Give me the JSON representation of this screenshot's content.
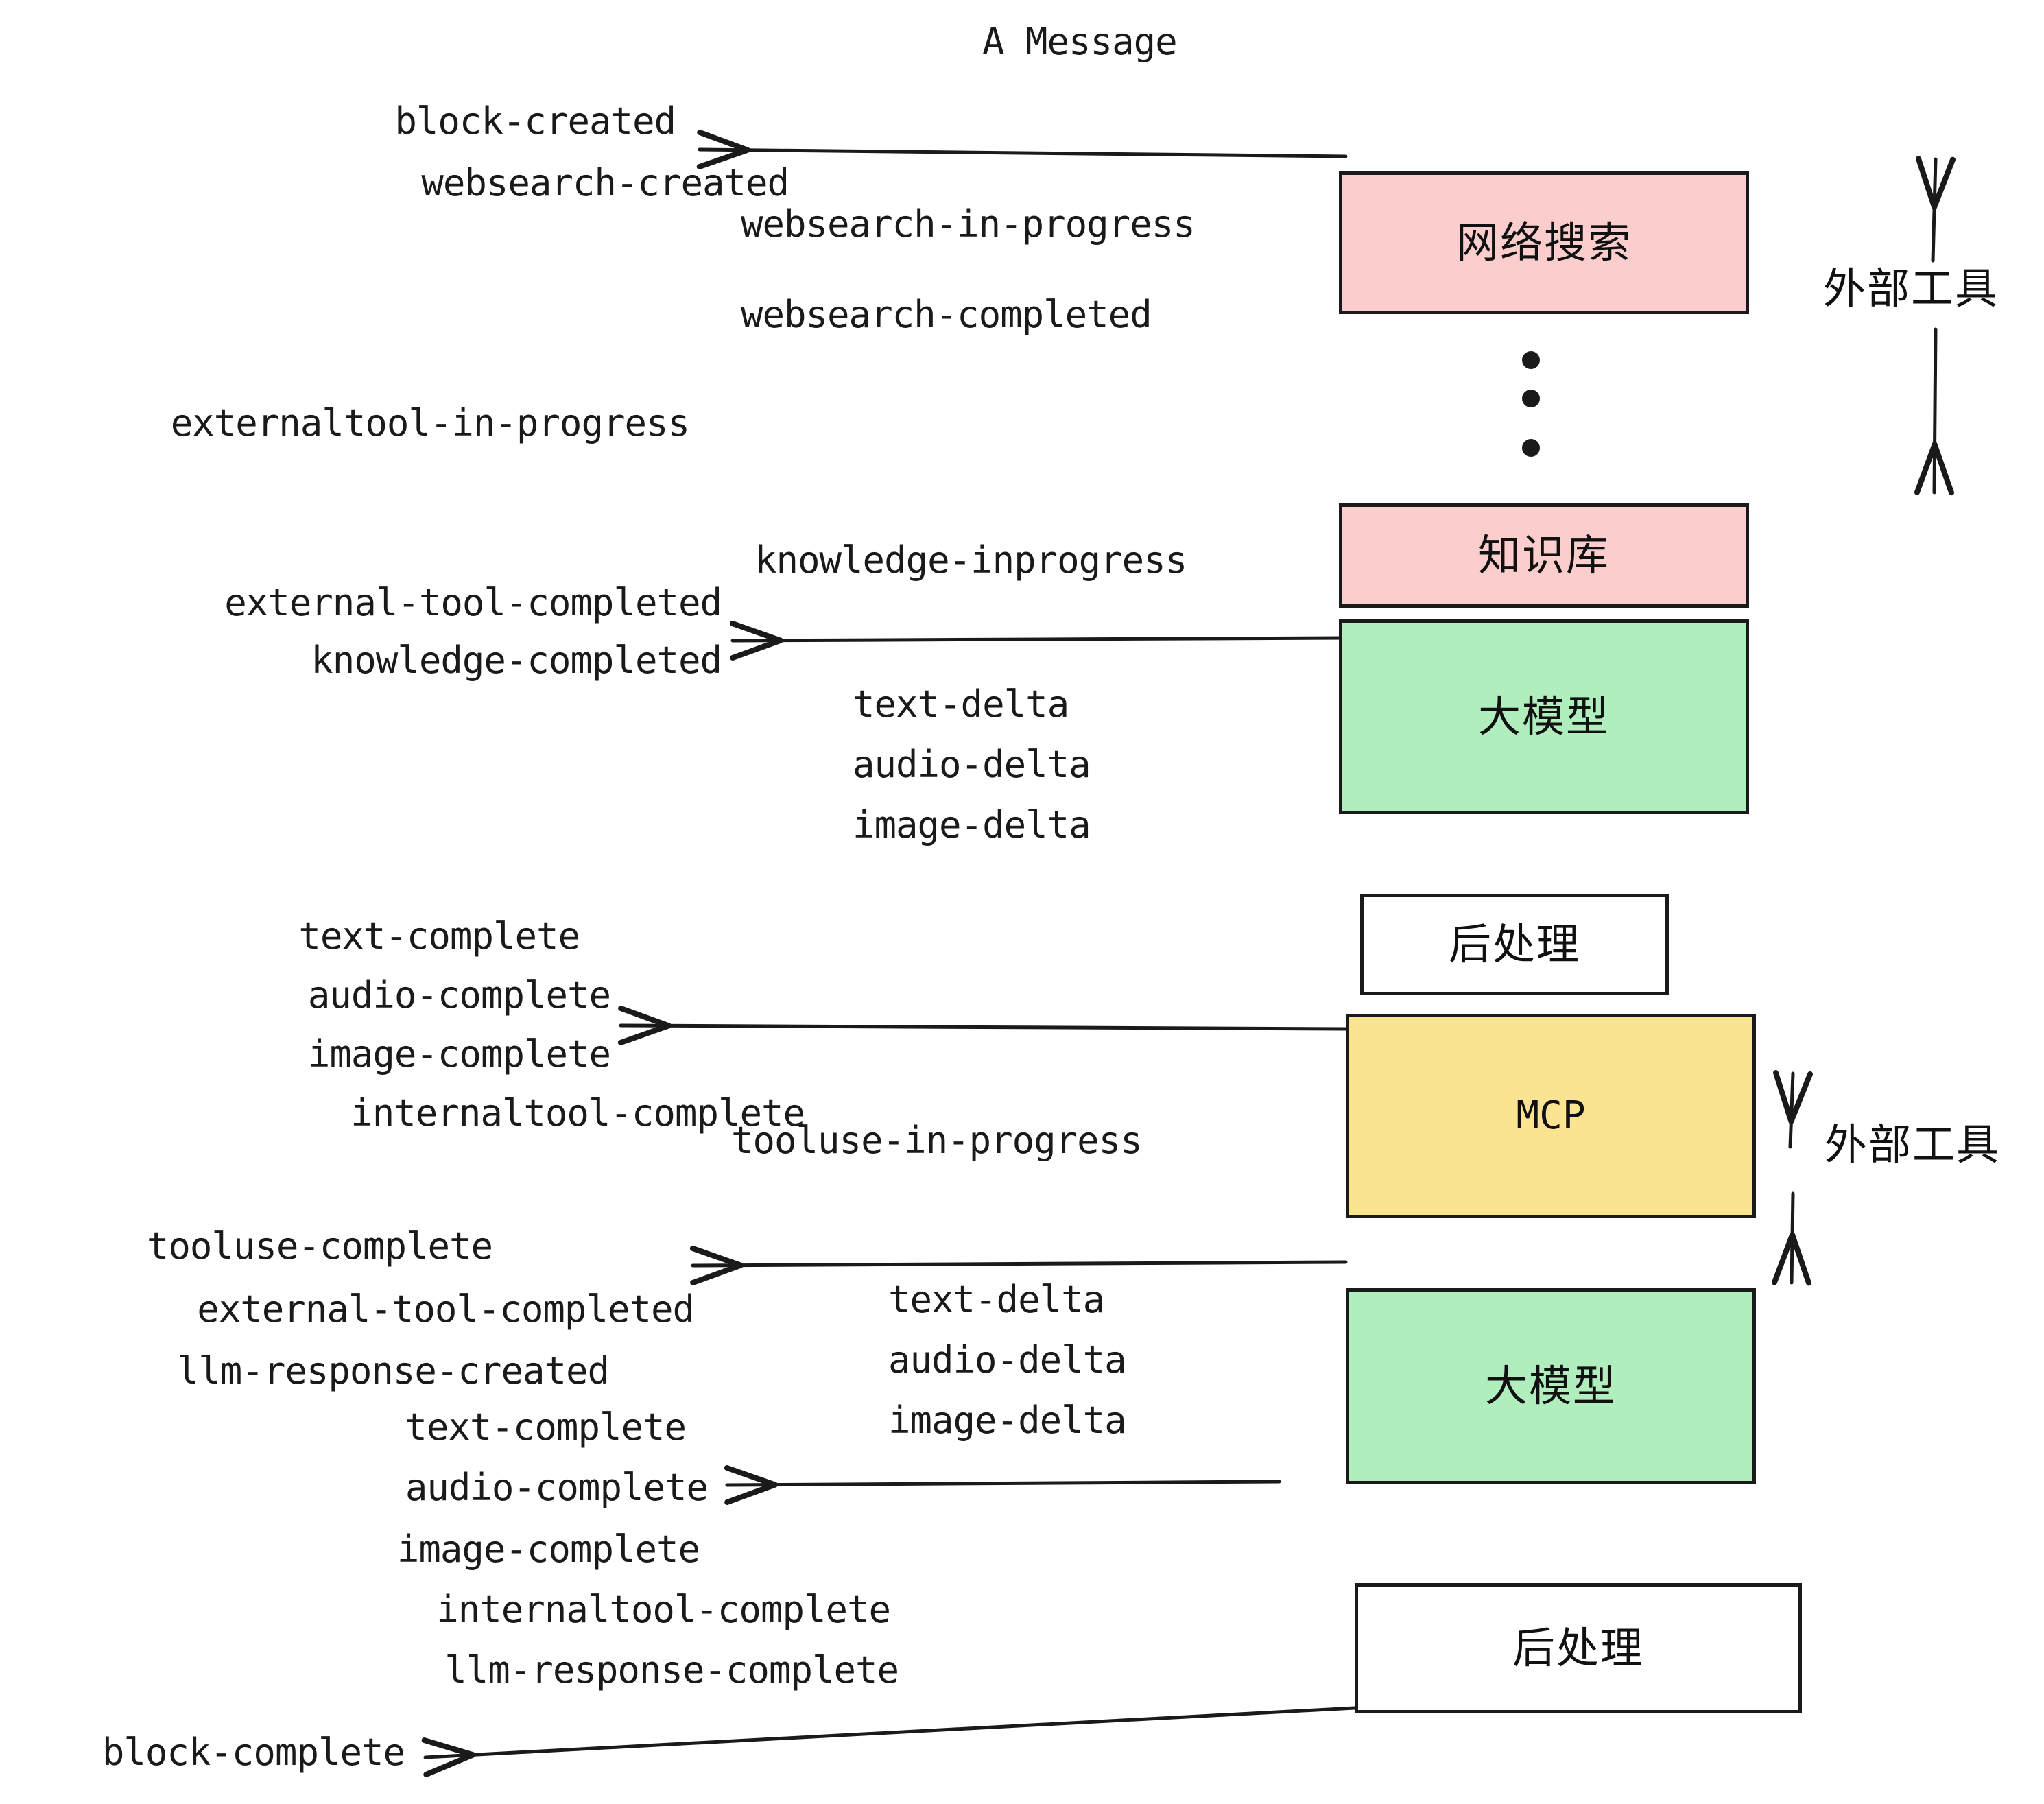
{
  "title": "A Message",
  "colors": {
    "pink": "#FBCDCD",
    "green": "#B0EEBE",
    "yellow": "#FAE391",
    "white": "#FFFFFF",
    "stroke": "#1A1A1A"
  },
  "nodes": [
    {
      "id": "websearch",
      "label": "网络搜索",
      "fill": "#FBCDCD"
    },
    {
      "id": "knowledge",
      "label": "知识库",
      "fill": "#FBCDCD"
    },
    {
      "id": "llm-1",
      "label": "大模型",
      "fill": "#B0EEBE"
    },
    {
      "id": "postproc-1",
      "label": "后处理",
      "fill": "#FFFFFF"
    },
    {
      "id": "mcp",
      "label": "MCP",
      "fill": "#FAE391"
    },
    {
      "id": "llm-2",
      "label": "大模型",
      "fill": "#B0EEBE"
    },
    {
      "id": "postproc-2",
      "label": "后处理",
      "fill": "#FFFFFF"
    }
  ],
  "side_labels": [
    {
      "id": "external-tool-top",
      "text": "外部工具"
    },
    {
      "id": "external-tool-bottom",
      "text": "外部工具"
    }
  ],
  "events_left": [
    {
      "id": "block-created",
      "text": "block-created"
    },
    {
      "id": "websearch-created",
      "text": "websearch-created"
    },
    {
      "id": "externaltool-in-progress",
      "text": "externaltool-in-progress"
    },
    {
      "id": "external-tool-completed-1",
      "text": "external-tool-completed"
    },
    {
      "id": "knowledge-completed",
      "text": "knowledge-completed"
    },
    {
      "id": "text-complete-1",
      "text": "text-complete"
    },
    {
      "id": "audio-complete-1",
      "text": "audio-complete"
    },
    {
      "id": "image-complete-1",
      "text": "image-complete"
    },
    {
      "id": "internaltool-complete-1",
      "text": "internaltool-complete"
    },
    {
      "id": "tooluse-complete",
      "text": "tooluse-complete"
    },
    {
      "id": "external-tool-completed-2",
      "text": "external-tool-completed"
    },
    {
      "id": "llm-response-created",
      "text": "llm-response-created"
    },
    {
      "id": "text-complete-2",
      "text": "text-complete"
    },
    {
      "id": "audio-complete-2",
      "text": "audio-complete"
    },
    {
      "id": "image-complete-2",
      "text": "image-complete"
    },
    {
      "id": "internaltool-complete-2",
      "text": "internaltool-complete"
    },
    {
      "id": "llm-response-complete",
      "text": "llm-response-complete"
    },
    {
      "id": "block-complete",
      "text": "block-complete"
    }
  ],
  "events_right": [
    {
      "id": "websearch-in-progress",
      "text": "websearch-in-progress"
    },
    {
      "id": "websearch-completed",
      "text": "websearch-completed"
    },
    {
      "id": "knowledge-inprogress",
      "text": "knowledge-inprogress"
    },
    {
      "id": "text-delta-1",
      "text": "text-delta"
    },
    {
      "id": "audio-delta-1",
      "text": "audio-delta"
    },
    {
      "id": "image-delta-1",
      "text": "image-delta"
    },
    {
      "id": "tooluse-in-progress",
      "text": "tooluse-in-progress"
    },
    {
      "id": "text-delta-2",
      "text": "text-delta"
    },
    {
      "id": "audio-delta-2",
      "text": "audio-delta"
    },
    {
      "id": "image-delta-2",
      "text": "image-delta"
    }
  ]
}
